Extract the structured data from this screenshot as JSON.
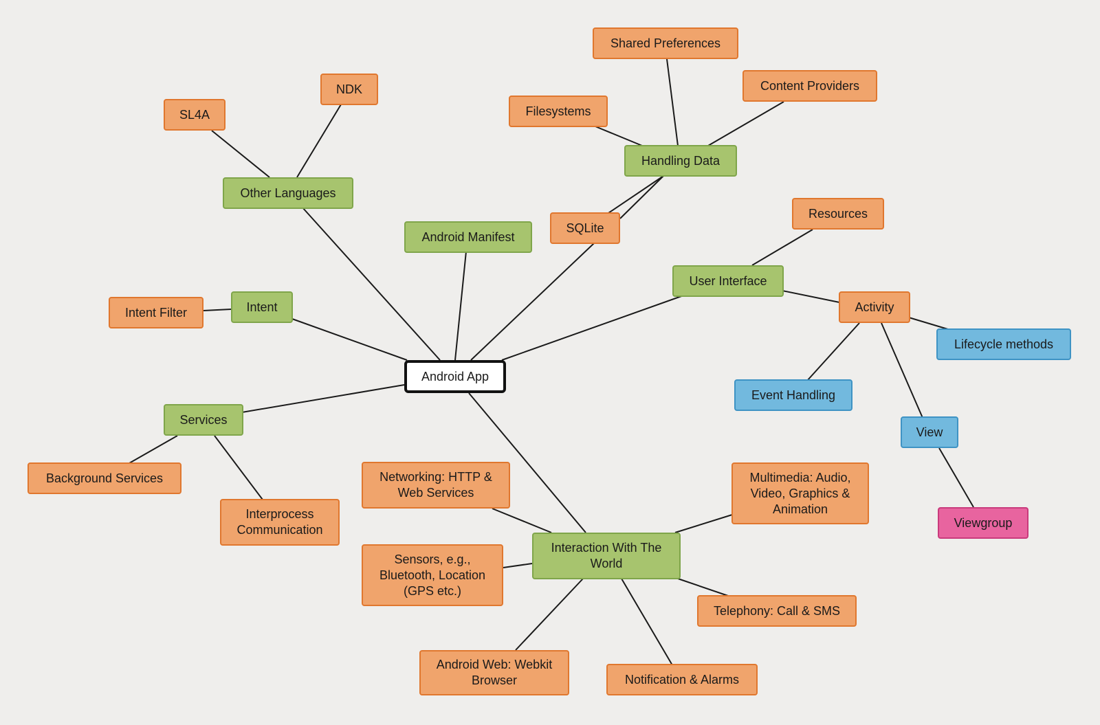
{
  "nodes": {
    "android_app": "Android App",
    "other_languages": "Other Languages",
    "sl4a": "SL4A",
    "ndk": "NDK",
    "android_manifest": "Android Manifest",
    "handling_data": "Handling Data",
    "shared_preferences": "Shared Preferences",
    "content_providers": "Content Providers",
    "filesystems": "Filesystems",
    "sqlite": "SQLite",
    "user_interface": "User Interface",
    "resources": "Resources",
    "activity": "Activity",
    "lifecycle_methods": "Lifecycle methods",
    "event_handling": "Event Handling",
    "view": "View",
    "viewgroup": "Viewgroup",
    "intent": "Intent",
    "intent_filter": "Intent Filter",
    "services": "Services",
    "background_services": "Background Services",
    "interprocess_communication": "Interprocess\nCommunication",
    "interaction_with_the_world": "Interaction With The\nWorld",
    "networking": "Networking: HTTP &\nWeb Services",
    "sensors": "Sensors, e.g.,\nBluetooth, Location\n(GPS etc.)",
    "multimedia": "Multimedia: Audio,\nVideo, Graphics &\nAnimation",
    "telephony": "Telephony: Call & SMS",
    "android_web": "Android Web: Webkit\nBrowser",
    "notification_alarms": "Notification & Alarms"
  },
  "colors": {
    "orange": "#f0a46c",
    "green": "#a7c46e",
    "blue": "#72b9de",
    "pink": "#e8649f",
    "center": "#ffffff"
  }
}
